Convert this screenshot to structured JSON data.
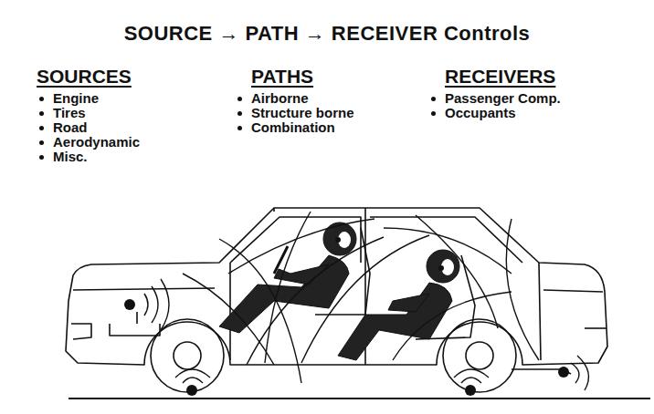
{
  "diagram": {
    "title": "SOURCE → PATH → RECEIVER Controls",
    "labels": [
      "SOURCES",
      "Engine",
      "Tires",
      "Road",
      "Aerodynamic",
      "Misc.",
      "PATHS",
      "Airborne",
      "Structure borne",
      "Combination",
      "RECEIVERS",
      "Passenger Comp.",
      "Occupants"
    ]
  }
}
